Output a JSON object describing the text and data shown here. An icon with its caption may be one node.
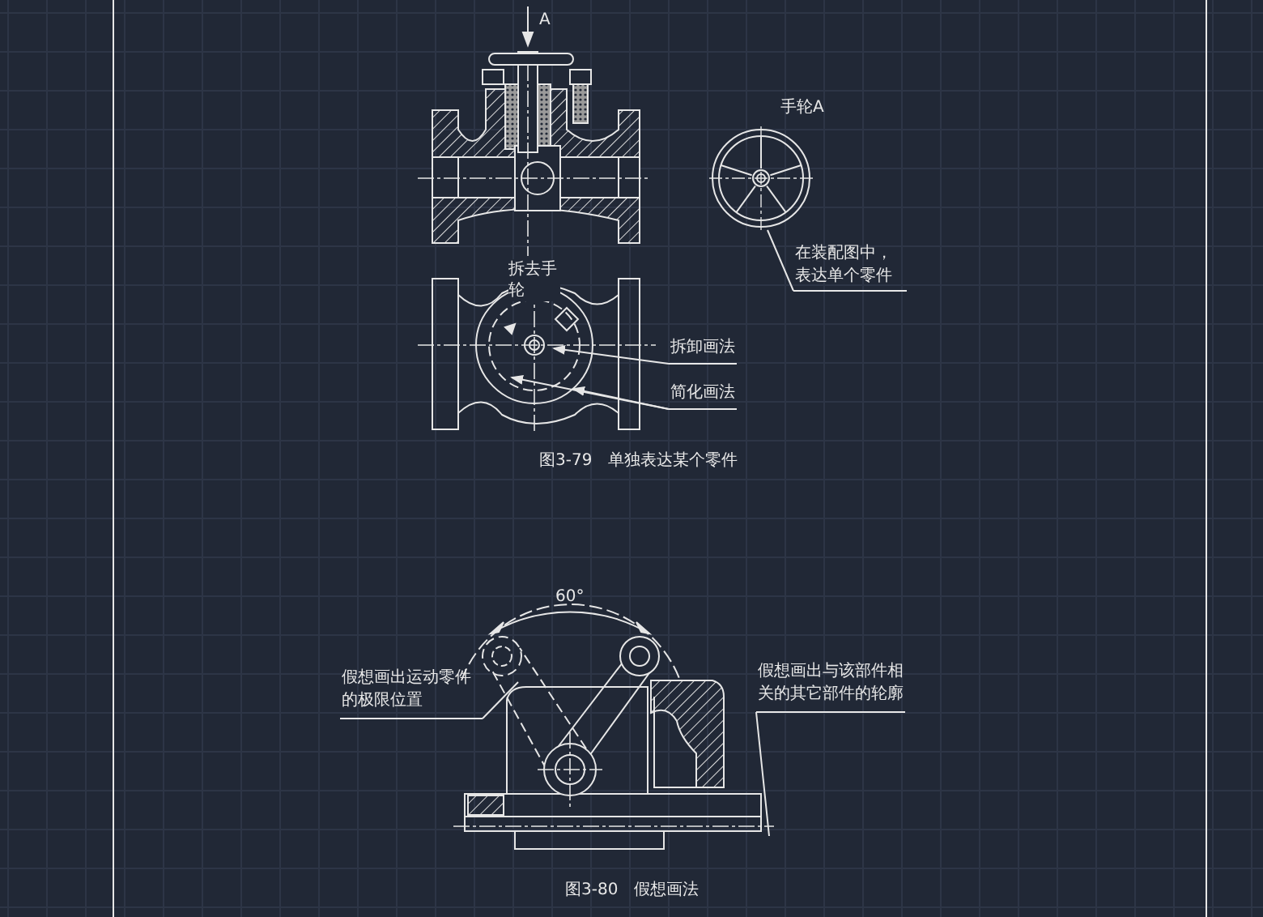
{
  "diagram": {
    "nodes": [
      {
        "text": [
          "在装配图中，表达单个零件"
        ]
      },
      {
        "text": [],
        "shape": "picture"
      },
      {
        "text": [
          "拆卸画法"
        ]
      },
      {
        "text": [
          "简化画法"
        ]
      },
      {
        "text": [
          "假想画出运动零件的极限位置"
        ]
      },
      {
        "text": [
          "假想画出与该部件相关的其它部件的轮廓"
        ]
      }
    ],
    "edges": [
      {
        "from": 0,
        "to": 1,
        "arrow": "none"
      },
      {
        "from": 2,
        "to": null,
        "arrow": "to"
      },
      {
        "from": 3,
        "to": null,
        "arrow": "to"
      },
      {
        "from": 3,
        "to": null,
        "arrow": "to"
      },
      {
        "from": 4,
        "to": null,
        "arrow": "none"
      },
      {
        "from": 5,
        "to": null,
        "arrow": "none"
      }
    ],
    "labels": [
      "A",
      "手轮A",
      "拆去手轮",
      "图3-79　单独表达某个零件",
      "60°",
      "图3-80　假想画法"
    ]
  }
}
